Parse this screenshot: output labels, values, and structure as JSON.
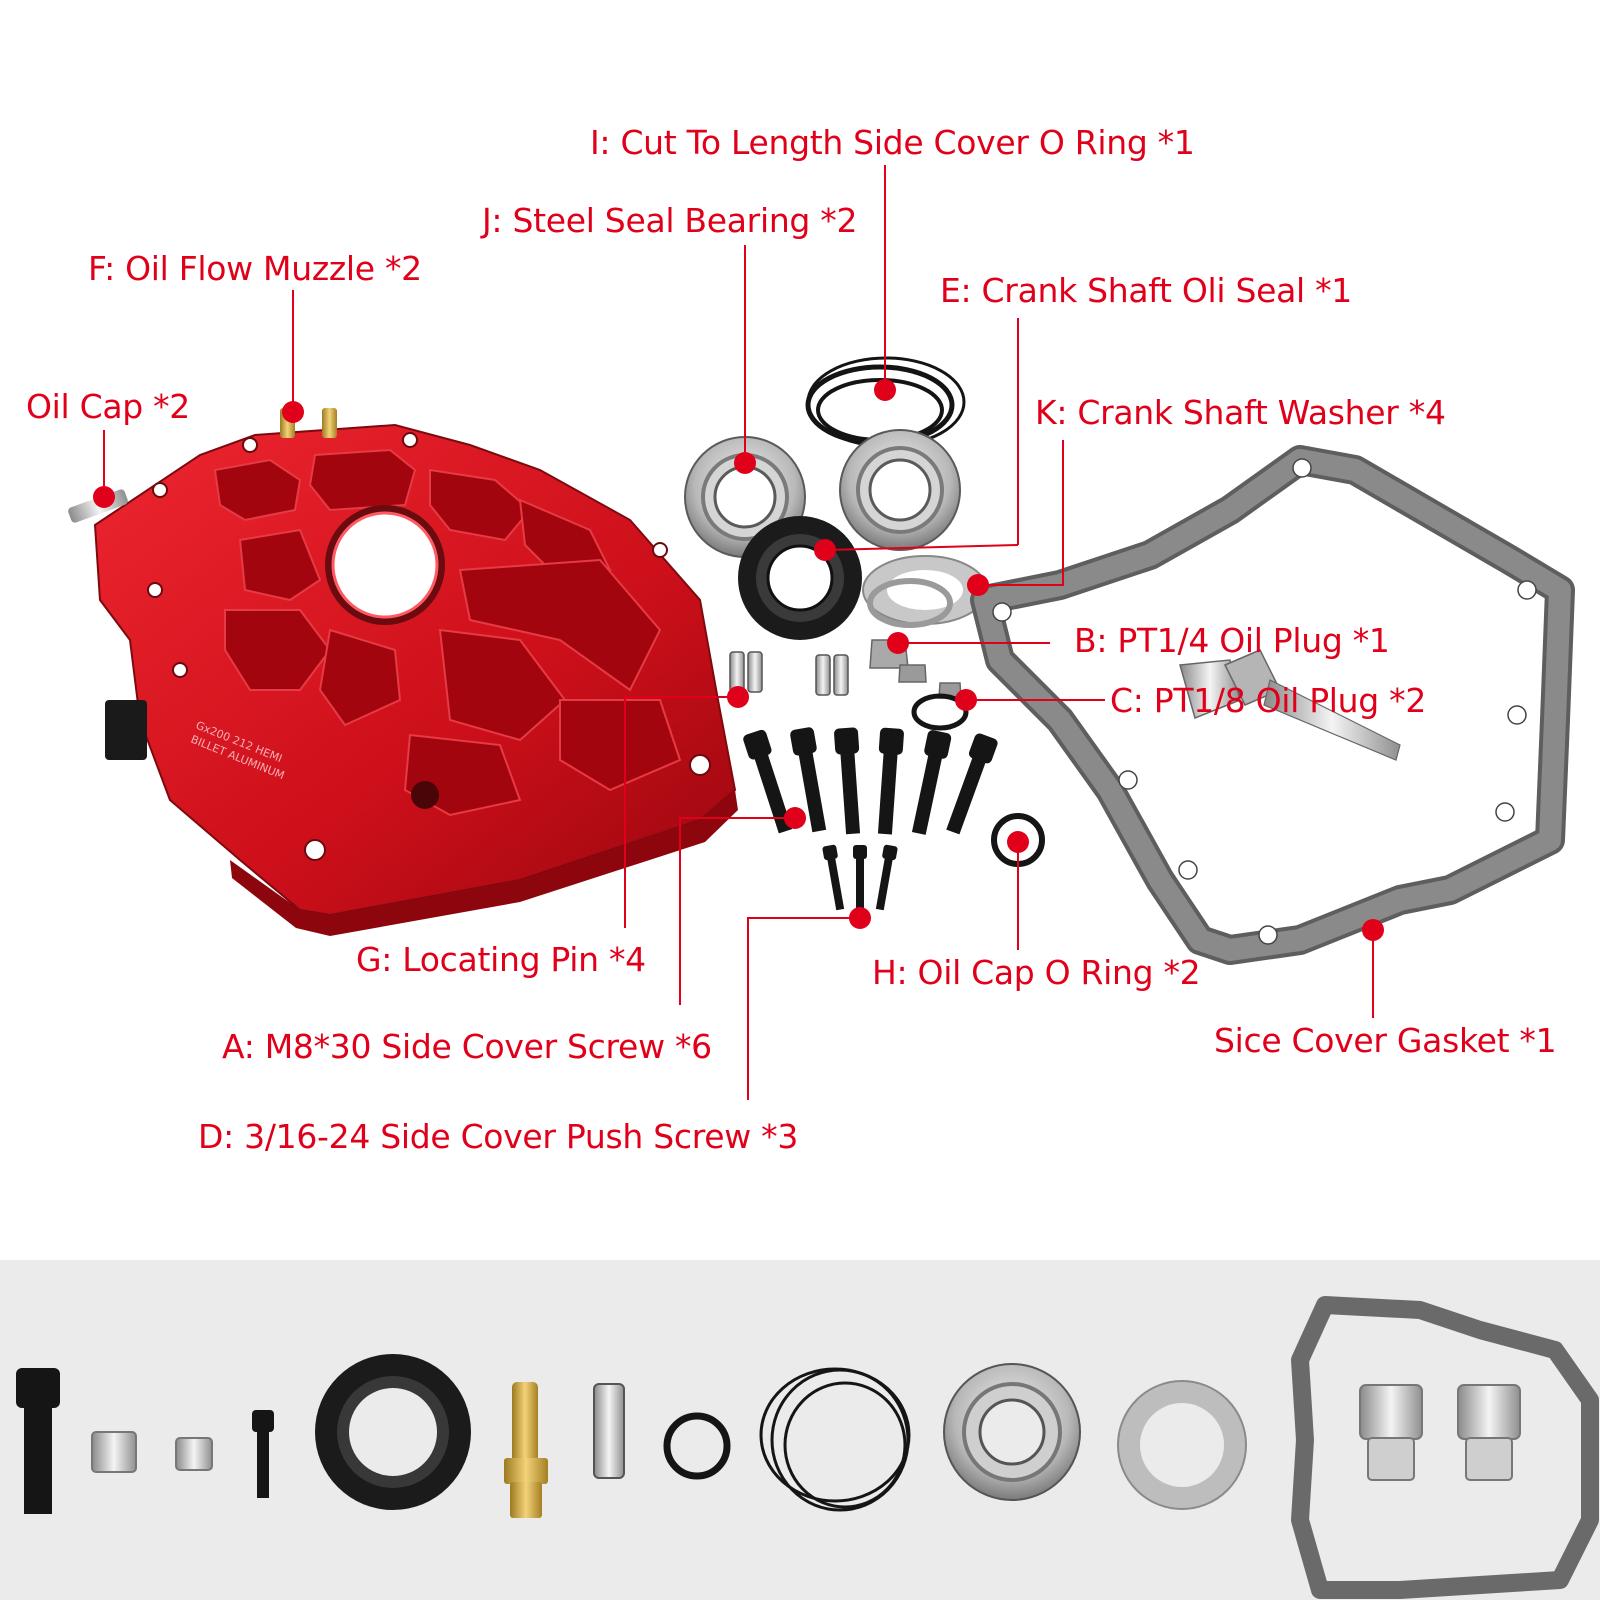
{
  "labels": {
    "i": "I: Cut To Length Side Cover O Ring *1",
    "j": "J: Steel Seal Bearing *2",
    "f": "F: Oil Flow Muzzle *2",
    "e": "E: Crank Shaft Oli Seal *1",
    "oil_cap": "Oil Cap *2",
    "k": "K: Crank Shaft Washer *4",
    "b": "B: PT1/4 Oil Plug *1",
    "c": "C: PT1/8 Oil Plug *2",
    "g": "G: Locating Pin *4",
    "h": "H: Oil Cap O Ring *2",
    "gasket": "Sice Cover Gasket *1",
    "a": "A: M8*30 Side Cover Screw *6",
    "d": "D: 3/16-24 Side Cover Push Screw *3"
  },
  "plate_engraving": {
    "line1": "Gx200  212 HEMI",
    "line2": "BILLET ALUMINUM"
  },
  "colors": {
    "accent": "#e0001a",
    "plate": "#d0101a",
    "band": "#ebebeb"
  },
  "bottom_row_items": [
    "socket-screw",
    "oil-plug-large",
    "oil-plug-small",
    "push-screw",
    "oil-seal",
    "brass-oil-muzzle",
    "locating-pin",
    "o-ring",
    "cord-o-ring",
    "bearing",
    "washer",
    "gasket-with-oil-caps"
  ]
}
